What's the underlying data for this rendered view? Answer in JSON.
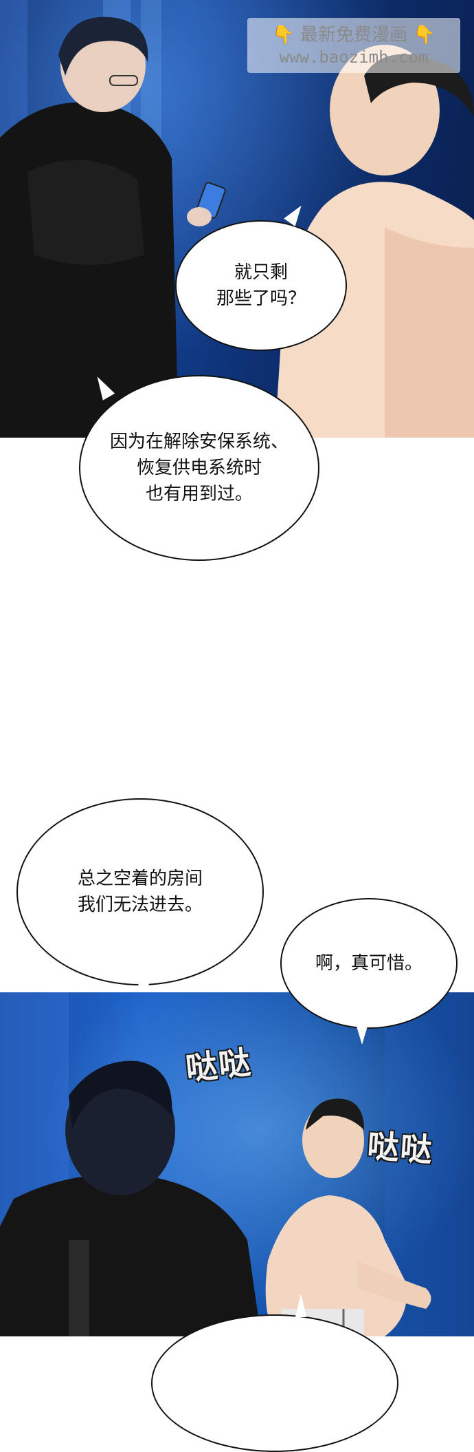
{
  "watermark": {
    "line1": "最新免费漫画",
    "line2": "www.baozimh.com",
    "left_icon": "pointing-hand-icon",
    "right_icon": "pointing-hand-icon",
    "left_glyph": "👇",
    "right_glyph": "👇"
  },
  "panel1": {
    "bubbles": [
      {
        "text": "就只剩\n那些了吗？"
      },
      {
        "text": "因为在解除安保系统、\n恢复供电系统时\n也有用到过。"
      }
    ],
    "colors": {
      "bg_dark": "#0a1f4d",
      "bg_light": "#1e63c9"
    }
  },
  "middle": {
    "bubbles": [
      {
        "text": "总之空着的房间\n我们无法进去。"
      },
      {
        "text": "啊，真可惜。"
      }
    ]
  },
  "panel2": {
    "sfx": [
      "哒哒",
      "哒哒"
    ]
  }
}
